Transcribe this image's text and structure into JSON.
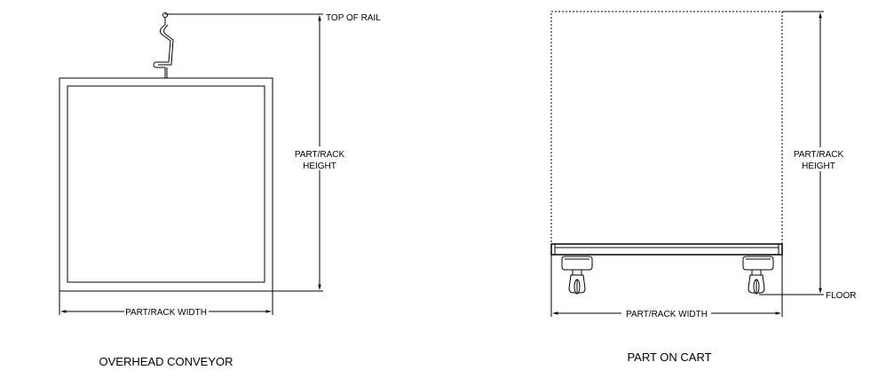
{
  "left_view": {
    "caption": "OVERHEAD CONVEYOR",
    "top_label": "TOP OF RAIL",
    "height_label_line1": "PART/RACK",
    "height_label_line2": "HEIGHT",
    "width_label": "PART/RACK WIDTH"
  },
  "right_view": {
    "caption": "PART ON CART",
    "height_label_line1": "PART/RACK",
    "height_label_line2": "HEIGHT",
    "floor_label": "FLOOR",
    "width_label": "PART/RACK WIDTH"
  }
}
